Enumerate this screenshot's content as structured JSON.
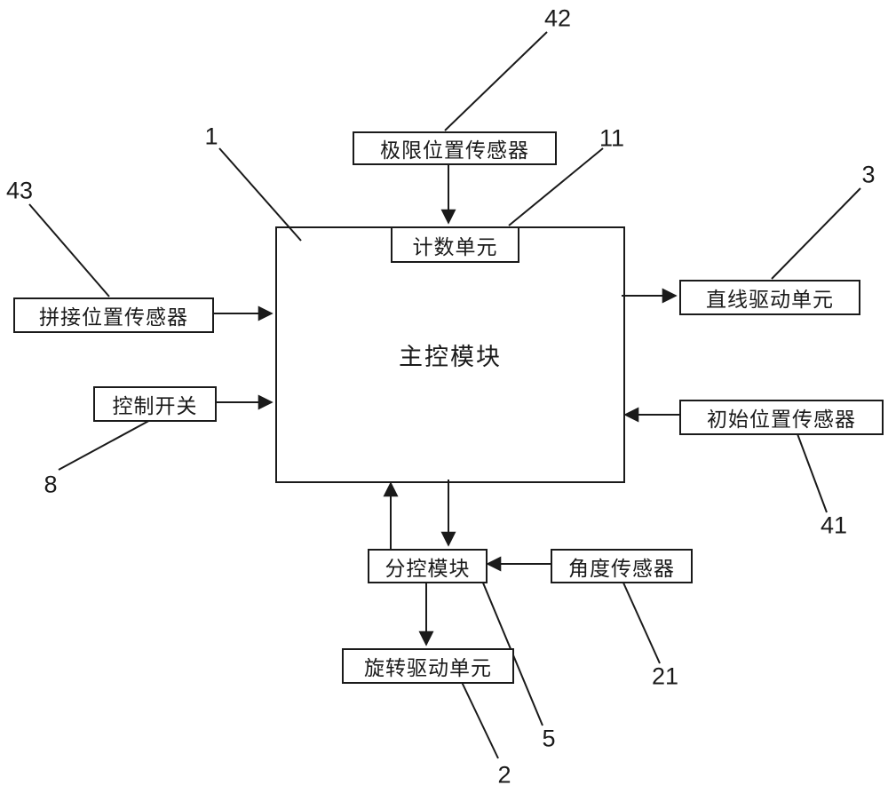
{
  "boxes": {
    "main": "主控模块",
    "limit_sensor": "极限位置传感器",
    "counting_unit": "计数单元",
    "linear_drive": "直线驱动单元",
    "splice_sensor": "拼接位置传感器",
    "control_switch": "控制开关",
    "initial_sensor": "初始位置传感器",
    "sub_control": "分控模块",
    "angle_sensor": "角度传感器",
    "rotary_drive": "旋转驱动单元"
  },
  "refs": {
    "main": "1",
    "limit_sensor": "42",
    "counting_unit": "11",
    "linear_drive": "3",
    "splice_sensor": "43",
    "control_switch": "8",
    "initial_sensor": "41",
    "sub_control": "5",
    "angle_sensor": "21",
    "rotary_drive": "2"
  }
}
